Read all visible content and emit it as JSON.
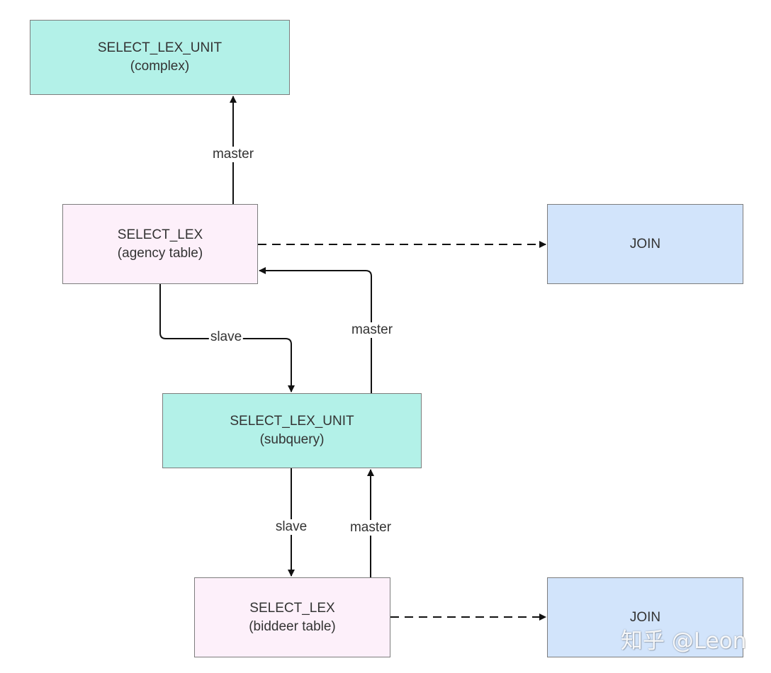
{
  "nodes": {
    "unit_complex": {
      "line1": "SELECT_LEX_UNIT",
      "line2": "(complex)"
    },
    "lex_agency": {
      "line1": "SELECT_LEX",
      "line2": "(agency table)"
    },
    "join_top": {
      "line1": "JOIN"
    },
    "unit_subquery": {
      "line1": "SELECT_LEX_UNIT",
      "line2": "(subquery)"
    },
    "lex_bidder": {
      "line1": "SELECT_LEX",
      "line2": "(biddeer table)"
    },
    "join_bottom": {
      "line1": "JOIN"
    }
  },
  "edges": {
    "agency_to_complex_label": "master",
    "agency_to_subquery_label": "slave",
    "subquery_to_agency_label": "master",
    "subquery_to_bidder_label": "slave",
    "bidder_to_subquery_label": "master"
  },
  "watermark": "知乎 @Leon",
  "colors": {
    "unit_fill": "#b3f1e8",
    "lex_fill": "#fdf0fa",
    "join_fill": "#d2e4fb",
    "border": "#7d7d7d",
    "line": "#111111"
  }
}
